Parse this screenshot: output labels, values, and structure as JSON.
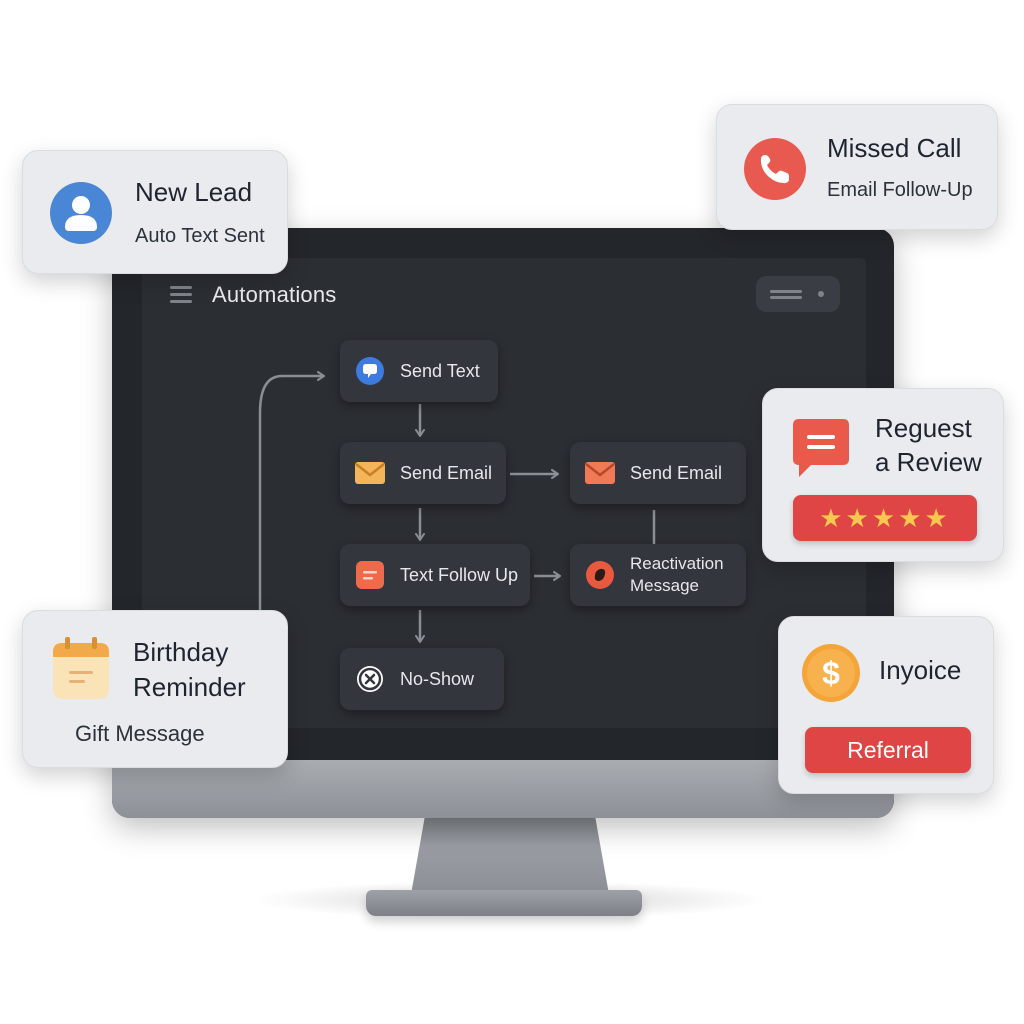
{
  "screen": {
    "title": "Automations"
  },
  "flow": {
    "nodes": [
      {
        "id": "send-text",
        "label": "Send Text",
        "icon": "chat-bubble-icon"
      },
      {
        "id": "send-email-1",
        "label": "Send Email",
        "icon": "envelope-icon"
      },
      {
        "id": "send-email-2",
        "label": "Send Email",
        "icon": "envelope-icon"
      },
      {
        "id": "text-follow-up",
        "label": "Text Follow Up",
        "icon": "message-lines-icon"
      },
      {
        "id": "reactivation",
        "label_line1": "Reactivation",
        "label_line2": "Message",
        "icon": "blob-icon"
      },
      {
        "id": "no-show",
        "label": "No-Show",
        "icon": "x-circle-icon"
      }
    ]
  },
  "cards": {
    "new_lead": {
      "title": "New Lead",
      "subtitle": "Auto Text Sent",
      "icon": "user-icon"
    },
    "missed_call": {
      "title": "Missed Call",
      "subtitle": "Email Follow-Up",
      "icon": "phone-icon"
    },
    "review": {
      "title_line1": "Reguest",
      "title_line2": "a Review",
      "stars": "★★★★★",
      "rating": 5,
      "icon": "message-icon"
    },
    "birthday": {
      "title_line1": "Birthday",
      "title_line2": "Reminder",
      "subtitle": "Gift Message",
      "icon": "calendar-icon"
    },
    "invoice": {
      "title": "Inyoice",
      "button": "Referral",
      "icon": "dollar-icon"
    }
  },
  "colors": {
    "accent_red": "#e04545",
    "accent_blue": "#4a86d6",
    "accent_orange": "#f0a84a",
    "screen_bg": "#2b2e33",
    "card_bg": "#e9ebee"
  }
}
